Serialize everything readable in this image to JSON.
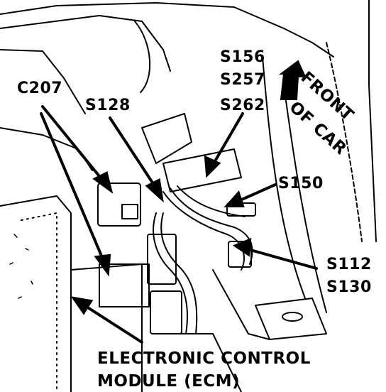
{
  "labels": {
    "c207": "C207",
    "s128": "S128",
    "s156": "S156",
    "s257": "S257",
    "s262": "S262",
    "s150": "S150",
    "s112": "S112",
    "s130": "S130",
    "front": "FRONT",
    "of_car": "OF CAR",
    "ecm_line1": "ELECTRONIC CONTROL",
    "ecm_line2": "MODULE (ECM)"
  },
  "colors": {
    "ink": "#000000",
    "paper": "#ffffff"
  }
}
